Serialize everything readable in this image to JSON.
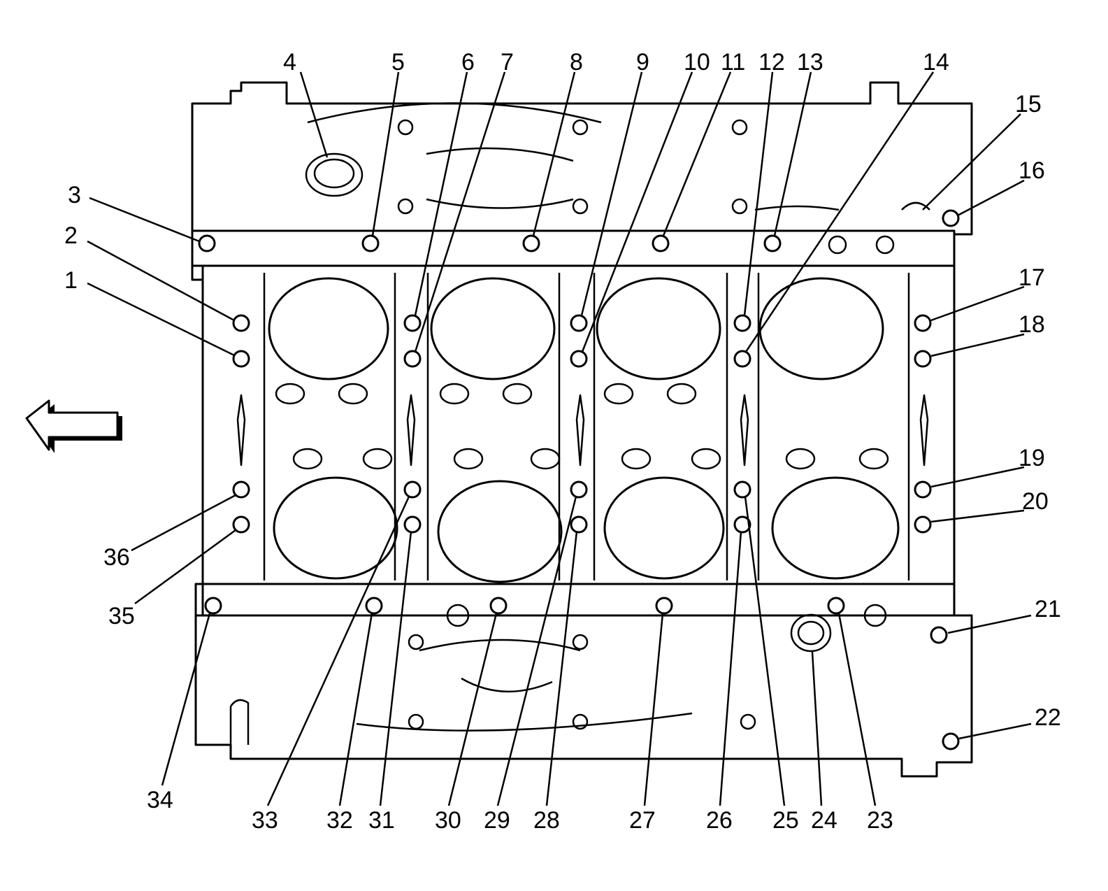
{
  "diagram": {
    "direction_arrow": "front-arrow-icon",
    "callouts": [
      {
        "id": "1",
        "text": "1"
      },
      {
        "id": "2",
        "text": "2"
      },
      {
        "id": "3",
        "text": "3"
      },
      {
        "id": "4",
        "text": "4"
      },
      {
        "id": "5",
        "text": "5"
      },
      {
        "id": "6",
        "text": "6"
      },
      {
        "id": "7",
        "text": "7"
      },
      {
        "id": "8",
        "text": "8"
      },
      {
        "id": "9",
        "text": "9"
      },
      {
        "id": "10",
        "text": "10"
      },
      {
        "id": "11",
        "text": "11"
      },
      {
        "id": "12",
        "text": "12"
      },
      {
        "id": "13",
        "text": "13"
      },
      {
        "id": "14",
        "text": "14"
      },
      {
        "id": "15",
        "text": "15"
      },
      {
        "id": "16",
        "text": "16"
      },
      {
        "id": "17",
        "text": "17"
      },
      {
        "id": "18",
        "text": "18"
      },
      {
        "id": "19",
        "text": "19"
      },
      {
        "id": "20",
        "text": "20"
      },
      {
        "id": "21",
        "text": "21"
      },
      {
        "id": "22",
        "text": "22"
      },
      {
        "id": "23",
        "text": "23"
      },
      {
        "id": "24",
        "text": "24"
      },
      {
        "id": "25",
        "text": "25"
      },
      {
        "id": "26",
        "text": "26"
      },
      {
        "id": "27",
        "text": "27"
      },
      {
        "id": "28",
        "text": "28"
      },
      {
        "id": "29",
        "text": "29"
      },
      {
        "id": "30",
        "text": "30"
      },
      {
        "id": "31",
        "text": "31"
      },
      {
        "id": "32",
        "text": "32"
      },
      {
        "id": "33",
        "text": "33"
      },
      {
        "id": "34",
        "text": "34"
      },
      {
        "id": "35",
        "text": "35"
      },
      {
        "id": "36",
        "text": "36"
      }
    ]
  }
}
